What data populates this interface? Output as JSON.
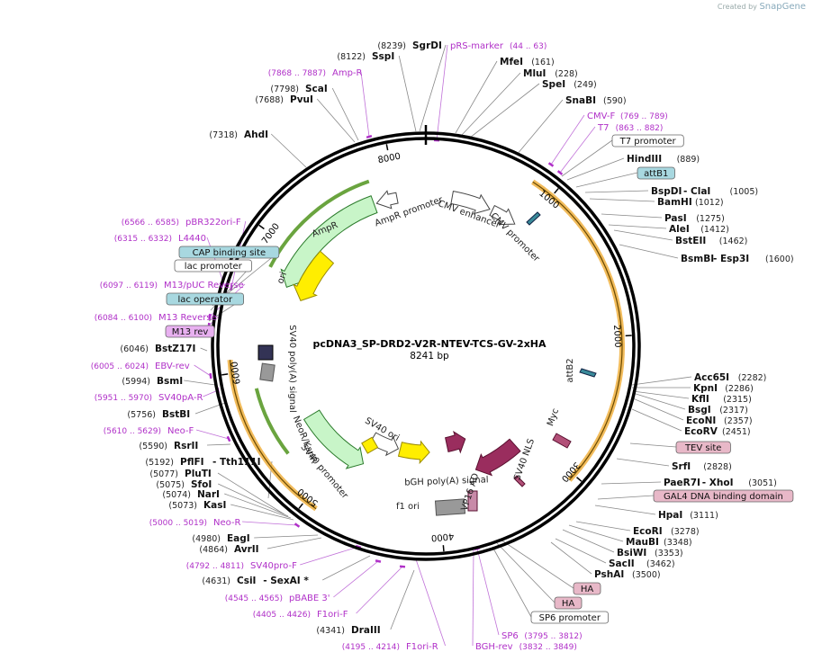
{
  "credit": {
    "prefix": "Created by",
    "brand": "SnapGene"
  },
  "title": "pcDNA3_SP-DRD2-V2R-NTEV-TCS-GV-2xHA",
  "length": "8241 bp",
  "ticks": [
    {
      "label": "1000",
      "angle": 40
    },
    {
      "label": "2000",
      "angle": 87
    },
    {
      "label": "3000",
      "angle": 131
    },
    {
      "label": "4000",
      "angle": 175
    },
    {
      "label": "5000",
      "angle": 218
    },
    {
      "label": "6000",
      "angle": 262
    },
    {
      "label": "7000",
      "angle": 306
    },
    {
      "label": "8000",
      "angle": 349
    }
  ],
  "arc_features": [
    {
      "name": "AmpR",
      "start": 293,
      "end": 340,
      "dir": -1,
      "r": 168,
      "w": 20,
      "color": "#c8f5c8",
      "stroke": "#2a7a2a"
    },
    {
      "name": "AmpR promoter",
      "start": 341,
      "end": 349,
      "dir": -1,
      "r": 168,
      "w": 12,
      "color": "#ffffff",
      "stroke": "#444"
    },
    {
      "name": "CMV enhancer",
      "start": 10,
      "end": 25,
      "dir": 1,
      "r": 168,
      "w": 14,
      "color": "#ffffff",
      "stroke": "#444"
    },
    {
      "name": "CMV promoter",
      "start": 26,
      "end": 36,
      "dir": 1,
      "r": 168,
      "w": 12,
      "color": "#ffffff",
      "stroke": "#444"
    },
    {
      "name": "ori",
      "start": 290,
      "end": 312,
      "dir": -1,
      "r": 148,
      "w": 20,
      "color": "#ffee00",
      "stroke": "#9a8a00"
    },
    {
      "name": "NeoR/KanR",
      "start": 208,
      "end": 239,
      "dir": -1,
      "r": 148,
      "w": 20,
      "color": "#c8f5c8",
      "stroke": "#2a7a2a"
    },
    {
      "name": "SV40 promoter",
      "start": 195,
      "end": 210,
      "dir": -1,
      "r": 118,
      "w": 14,
      "color": "#ffffff",
      "stroke": "#444"
    },
    {
      "name": "f1 ori",
      "start": 178,
      "end": 194,
      "dir": -1,
      "r": 118,
      "w": 16,
      "color": "#ffee00",
      "stroke": "#9a8a00"
    },
    {
      "name": "SV40 NLS",
      "start": 138,
      "end": 158,
      "dir": 1,
      "r": 148,
      "w": 18,
      "color": "#9a2d5e",
      "stroke": "#5a1030"
    },
    {
      "name": "VP16 AD",
      "start": 157,
      "end": 168,
      "dir": -1,
      "r": 112,
      "w": 16,
      "color": "#9a2d5e",
      "stroke": "#5a1030"
    }
  ],
  "feature_labels": [
    {
      "text": "AmpR promoter"
    },
    {
      "text": "AmpR"
    },
    {
      "text": "CMV enhancer"
    },
    {
      "text": "CMV promoter"
    },
    {
      "text": "ori"
    },
    {
      "text": "SV40 poly(A) signal"
    },
    {
      "text": "NeoR/KanR"
    },
    {
      "text": "SV40 promoter"
    },
    {
      "text": "SV40 ori"
    },
    {
      "text": "f1 ori"
    },
    {
      "text": "bGH poly(A) signal"
    },
    {
      "text": "VP16 AD"
    },
    {
      "text": "SV40 NLS"
    },
    {
      "text": "Myc"
    },
    {
      "text": "attB2"
    }
  ],
  "labels": [
    {
      "pos": "(8239)",
      "name": "SgrDI",
      "type": "enz"
    },
    {
      "pos": "(8122)",
      "name": "SspI",
      "type": "enz"
    },
    {
      "pos": "(7868 .. 7887)",
      "name": "Amp-R",
      "type": "primer"
    },
    {
      "pos": "(7798)",
      "name": "ScaI",
      "type": "enz"
    },
    {
      "pos": "(7688)",
      "name": "PvuI",
      "type": "enz"
    },
    {
      "pos": "(7318)",
      "name": "AhdI",
      "type": "enz"
    },
    {
      "pos": "(6566 .. 6585)",
      "name": "pBR322ori-F",
      "type": "primer"
    },
    {
      "pos": "(6315 .. 6332)",
      "name": "L4440",
      "type": "primer"
    },
    {
      "name": "CAP binding site",
      "type": "box",
      "fill": "#a8d8e0"
    },
    {
      "name": "lac promoter",
      "type": "box",
      "fill": "#ffffff"
    },
    {
      "pos": "(6097 .. 6119)",
      "name": "M13/pUC Reverse",
      "type": "primer"
    },
    {
      "name": "lac operator",
      "type": "box",
      "fill": "#a8d8e0"
    },
    {
      "pos": "(6084 .. 6100)",
      "name": "M13 Reverse",
      "type": "primer"
    },
    {
      "name": "M13 rev",
      "type": "box",
      "fill": "#e8b0f0"
    },
    {
      "pos": "(6046)",
      "name": "BstZ17I",
      "type": "enz"
    },
    {
      "pos": "(6005 .. 6024)",
      "name": "EBV-rev",
      "type": "primer"
    },
    {
      "pos": "(5994)",
      "name": "BsmI",
      "type": "enz"
    },
    {
      "pos": "(5951 .. 5970)",
      "name": "SV40pA-R",
      "type": "primer"
    },
    {
      "pos": "(5756)",
      "name": "BstBI",
      "type": "enz"
    },
    {
      "pos": "(5610 .. 5629)",
      "name": "Neo-F",
      "type": "primer"
    },
    {
      "pos": "(5590)",
      "name": "RsrII",
      "type": "enz"
    },
    {
      "pos": "(5192)",
      "name": "PflFI",
      "name2": " - Tth111I",
      "type": "enz"
    },
    {
      "pos": "(5077)",
      "name": "PluTI",
      "type": "enz"
    },
    {
      "pos": "(5075)",
      "name": "SfoI",
      "type": "enz"
    },
    {
      "pos": "(5074)",
      "name": "NarI",
      "type": "enz"
    },
    {
      "pos": "(5073)",
      "name": "KasI",
      "type": "enz"
    },
    {
      "pos": "(5000 .. 5019)",
      "name": "Neo-R",
      "type": "primer"
    },
    {
      "pos": "(4980)",
      "name": "EagI",
      "type": "enz"
    },
    {
      "pos": "(4864)",
      "name": "AvrII",
      "type": "enz"
    },
    {
      "pos": "(4792 .. 4811)",
      "name": "SV40pro-F",
      "type": "primer"
    },
    {
      "pos": "(4631)",
      "name": "CsiI",
      "name2": " - SexAI *",
      "type": "enz"
    },
    {
      "pos": "(4545 .. 4565)",
      "name": "pBABE 3'",
      "type": "primer"
    },
    {
      "pos": "(4405 .. 4426)",
      "name": "F1ori-F",
      "type": "primer"
    },
    {
      "pos": "(4341)",
      "name": "DraIII",
      "type": "enz"
    },
    {
      "pos": "(4195 .. 4214)",
      "name": "F1ori-R",
      "type": "primer"
    },
    {
      "name": "pRS-marker",
      "pos": "(44 .. 63)",
      "type": "primer"
    },
    {
      "name": "MfeI",
      "pos": "(161)",
      "type": "enz"
    },
    {
      "name": "MluI",
      "pos": "(228)",
      "type": "enz"
    },
    {
      "name": "SpeI",
      "pos": "(249)",
      "type": "enz"
    },
    {
      "name": "SnaBI",
      "pos": "(590)",
      "type": "enz"
    },
    {
      "name": "CMV-F",
      "pos": "(769 .. 789)",
      "type": "primer"
    },
    {
      "name": "T7",
      "pos": "(863 .. 882)",
      "type": "primer"
    },
    {
      "name": "T7 promoter",
      "type": "box",
      "fill": "#ffffff"
    },
    {
      "name": "HindIII",
      "pos": "(889)",
      "type": "enz"
    },
    {
      "name": "attB1",
      "type": "box",
      "fill": "#a8d8e0"
    },
    {
      "name": "BspDI",
      "name2": " - ClaI",
      "pos": "(1005)",
      "type": "enz"
    },
    {
      "name": "BamHI",
      "pos": "(1012)",
      "type": "enz"
    },
    {
      "name": "PasI",
      "pos": "(1275)",
      "type": "enz"
    },
    {
      "name": "AleI",
      "pos": "(1412)",
      "type": "enz"
    },
    {
      "name": "BstEII",
      "pos": "(1462)",
      "type": "enz"
    },
    {
      "name": "BsmBI",
      "name2": " - Esp3I",
      "pos": "(1600)",
      "type": "enz"
    },
    {
      "name": "Acc65I",
      "pos": "(2282)",
      "type": "enz"
    },
    {
      "name": "KpnI",
      "pos": "(2286)",
      "type": "enz"
    },
    {
      "name": "KflI",
      "pos": "(2315)",
      "type": "enz"
    },
    {
      "name": "BsgI",
      "pos": "(2317)",
      "type": "enz"
    },
    {
      "name": "EcoNI",
      "pos": "(2357)",
      "type": "enz"
    },
    {
      "name": "EcoRV",
      "pos": "(2451)",
      "type": "enz"
    },
    {
      "name": "TEV site",
      "type": "box",
      "fill": "#e8b8c8"
    },
    {
      "name": "SrfI",
      "pos": "(2828)",
      "type": "enz"
    },
    {
      "name": "PaeR7I",
      "name2": " - XhoI",
      "pos": "(3051)",
      "type": "enz"
    },
    {
      "name": "GAL4 DNA binding domain",
      "type": "box",
      "fill": "#e8b8c8"
    },
    {
      "name": "HpaI",
      "pos": "(3111)",
      "type": "enz"
    },
    {
      "name": "EcoRI",
      "pos": "(3278)",
      "type": "enz"
    },
    {
      "name": "MauBI",
      "pos": "(3348)",
      "type": "enz"
    },
    {
      "name": "BsiWI",
      "pos": "(3353)",
      "type": "enz"
    },
    {
      "name": "SacII",
      "pos": "(3462)",
      "type": "enz"
    },
    {
      "name": "PshAI",
      "pos": "(3500)",
      "type": "enz"
    },
    {
      "name": "HA",
      "type": "box",
      "fill": "#e8b8c8"
    },
    {
      "name": "HA",
      "type": "box",
      "fill": "#e8b8c8"
    },
    {
      "name": "SP6 promoter",
      "type": "box",
      "fill": "#ffffff"
    },
    {
      "name": "SP6",
      "pos": "(3795 .. 3812)",
      "type": "primer"
    },
    {
      "name": "BGH-rev",
      "pos": "(3832 .. 3849)",
      "type": "primer"
    }
  ]
}
